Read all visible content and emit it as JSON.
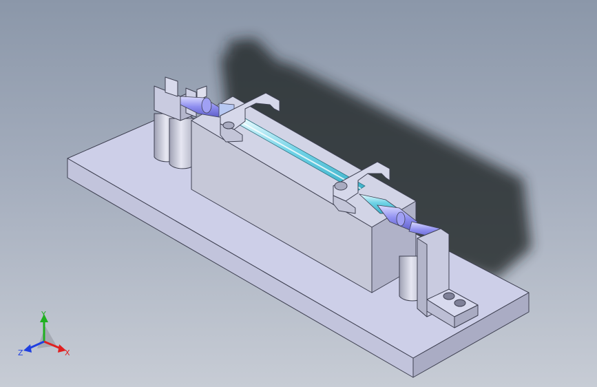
{
  "viewport": {
    "background_top": "#8b97a9",
    "background_bottom": "#c7ccd5",
    "model": {
      "base_color": "#c9cbe6",
      "body_color": "#c6c8df",
      "rod_color": "#6fd2e6",
      "fitting_color": "#8e8ef0",
      "clamp_color": "#d0d2e2"
    }
  },
  "triad": {
    "x_label": "X",
    "y_label": "Y",
    "z_label": "Z",
    "x_color": "#e02020",
    "y_color": "#20b020",
    "z_color": "#2040e0"
  }
}
